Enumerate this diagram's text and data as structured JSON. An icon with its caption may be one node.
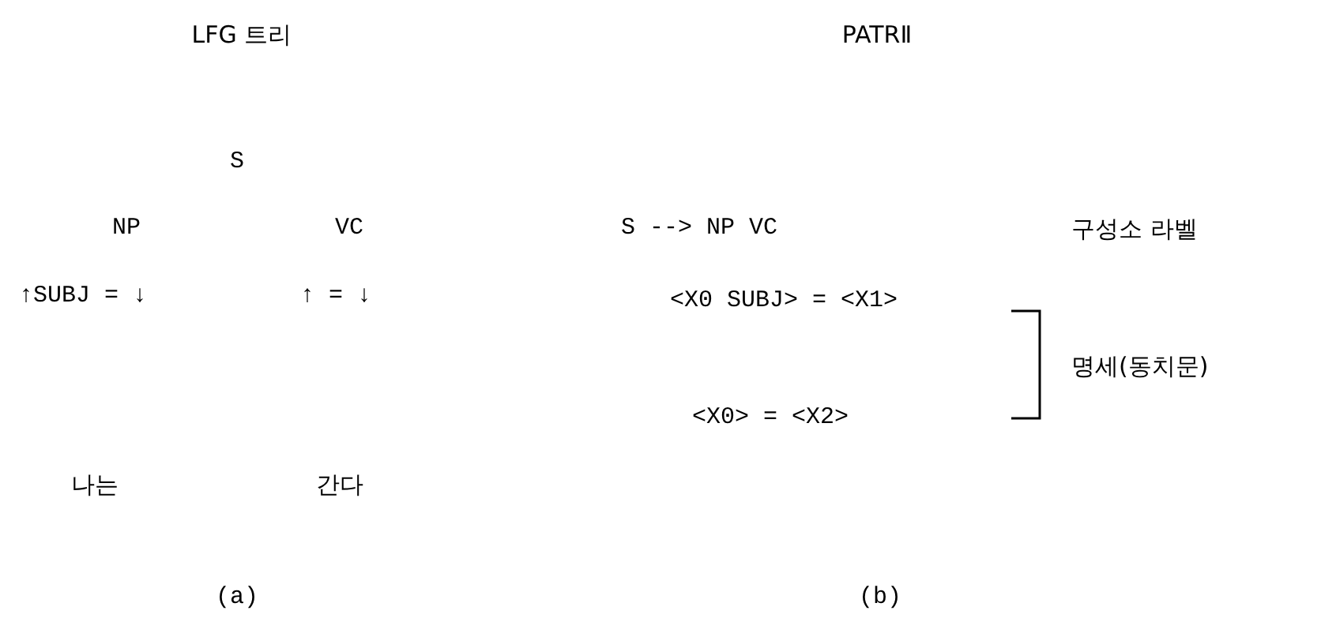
{
  "diagram": {
    "labels": [
      "LFG 트리",
      "PATRⅡ",
      "S",
      "NP",
      "VC",
      "S --> NP VC",
      "구성소 라벨",
      "↑SUBJ = ↓",
      "↑ = ↓",
      "<X0 SUBJ> = <X1>",
      "명세(동치문)",
      "<X0> = <X2>",
      "나는",
      "간다",
      "(a)",
      "(b)"
    ]
  }
}
